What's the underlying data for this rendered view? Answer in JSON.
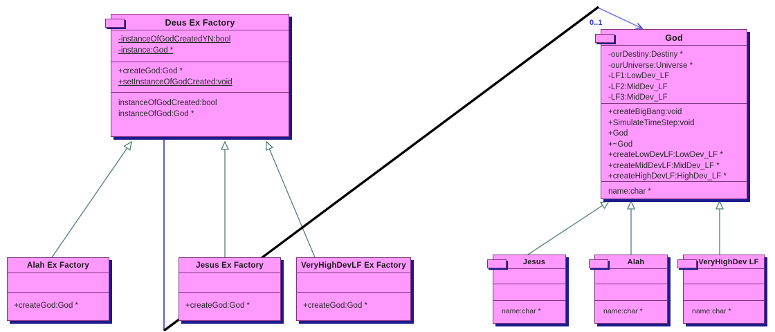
{
  "diagram": {
    "kind": "uml-class-diagram",
    "colors": {
      "class_fill": "#FF99FF",
      "class_border": "#803380",
      "shadow": "#1b1b8c",
      "generalization": "#4d7d7d",
      "association": "#3535d6",
      "annotation": "#000000",
      "background": "#ffffff"
    },
    "classes": [
      {
        "id": "deus-ex-factory",
        "name": "Deus Ex Factory",
        "attributes": [
          {
            "text": "-instanceOfGodCreatedYN:bool",
            "static": true
          },
          {
            "text": "-instance:God *",
            "static": true
          }
        ],
        "operations": [
          {
            "text": "+createGod:God *",
            "static": false
          },
          {
            "text": "+setInstanceOfGodCreated:void",
            "static": true
          }
        ],
        "extra": [
          {
            "text": "instanceOfGodCreated:bool",
            "static": false
          },
          {
            "text": "instanceOfGod:God *",
            "static": false
          }
        ]
      },
      {
        "id": "god",
        "name": "God",
        "attributes": [
          {
            "text": "-ourDestiny:Destiny *",
            "static": false
          },
          {
            "text": "-ourUniverse:Universe *",
            "static": false
          },
          {
            "text": "-LF1:LowDev_LF",
            "static": false
          },
          {
            "text": "-LF2:MidDev_LF",
            "static": false
          },
          {
            "text": "-LF3:MidDev_LF",
            "static": false
          }
        ],
        "operations": [
          {
            "text": "+createBigBang:void",
            "static": false
          },
          {
            "text": "+SimulateTimeStep:void",
            "static": false
          },
          {
            "text": "+God",
            "static": false
          },
          {
            "text": "+~God",
            "static": false
          },
          {
            "text": "+createLowDevLF:LowDev_LF *",
            "static": false
          },
          {
            "text": "+createMidDevLF:MidDev_LF *",
            "static": false
          },
          {
            "text": "+createHighDevLF:HighDev_LF *",
            "static": false
          }
        ],
        "extra": [
          {
            "text": "name:char *",
            "static": false
          }
        ]
      },
      {
        "id": "alah-ex-factory",
        "name": "Alah Ex Factory",
        "attributes": [],
        "operations": [
          {
            "text": "+createGod:God *",
            "static": false
          }
        ]
      },
      {
        "id": "jesus-ex-factory",
        "name": "Jesus Ex Factory",
        "attributes": [],
        "operations": [
          {
            "text": "+createGod:God *",
            "static": false
          }
        ]
      },
      {
        "id": "veryhighdevlf-ex-factory",
        "name": "VeryHighDevLF Ex Factory",
        "attributes": [],
        "operations": [
          {
            "text": "+createGod:God *",
            "static": false
          }
        ]
      },
      {
        "id": "jesus",
        "name": "Jesus",
        "attributes": [],
        "operations": [],
        "extra": [
          {
            "text": "name:char *",
            "static": false
          }
        ]
      },
      {
        "id": "alah",
        "name": "Alah",
        "attributes": [],
        "operations": [],
        "extra": [
          {
            "text": "name:char *",
            "static": false
          }
        ]
      },
      {
        "id": "veryhighdev-lf",
        "name": "VeryHighDev LF",
        "attributes": [],
        "operations": [],
        "extra": [
          {
            "text": "name:char *",
            "static": false
          }
        ]
      }
    ],
    "relationships": [
      {
        "type": "generalization",
        "from": "alah-ex-factory",
        "to": "deus-ex-factory"
      },
      {
        "type": "generalization",
        "from": "jesus-ex-factory",
        "to": "deus-ex-factory"
      },
      {
        "type": "generalization",
        "from": "veryhighdevlf-ex-factory",
        "to": "deus-ex-factory"
      },
      {
        "type": "generalization",
        "from": "jesus",
        "to": "god"
      },
      {
        "type": "generalization",
        "from": "alah",
        "to": "god"
      },
      {
        "type": "generalization",
        "from": "veryhighdev-lf",
        "to": "god"
      },
      {
        "type": "association",
        "from": "deus-ex-factory",
        "to": "god",
        "multiplicity": "0..1"
      }
    ],
    "annotation_line": {
      "type": "diagonal-stroke"
    },
    "multiplicity_label": "0..1"
  }
}
